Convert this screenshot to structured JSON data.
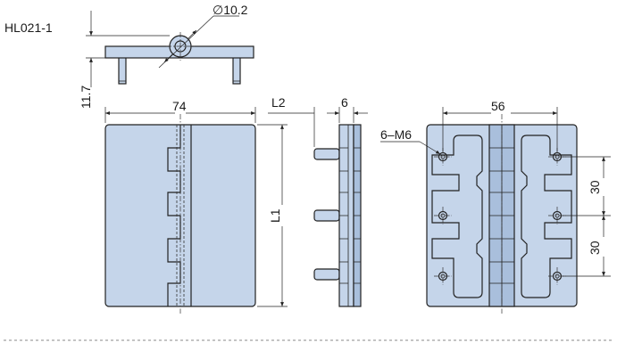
{
  "drawing": {
    "model_label": "HL021-1",
    "dimensions": {
      "pin_diameter": "∅10.2",
      "top_height": "11.7",
      "overall_width": "74",
      "pin_length": "L2",
      "leaf_thickness": "6",
      "hole_spacing_horizontal": "56",
      "hole_spacing_vertical_1": "30",
      "hole_spacing_vertical_2": "30",
      "overall_length": "L1",
      "thread_callout": "6–M6"
    },
    "colors": {
      "part_fill": "#c5d5ea",
      "outline": "#222222",
      "dimension": "#222222"
    }
  }
}
